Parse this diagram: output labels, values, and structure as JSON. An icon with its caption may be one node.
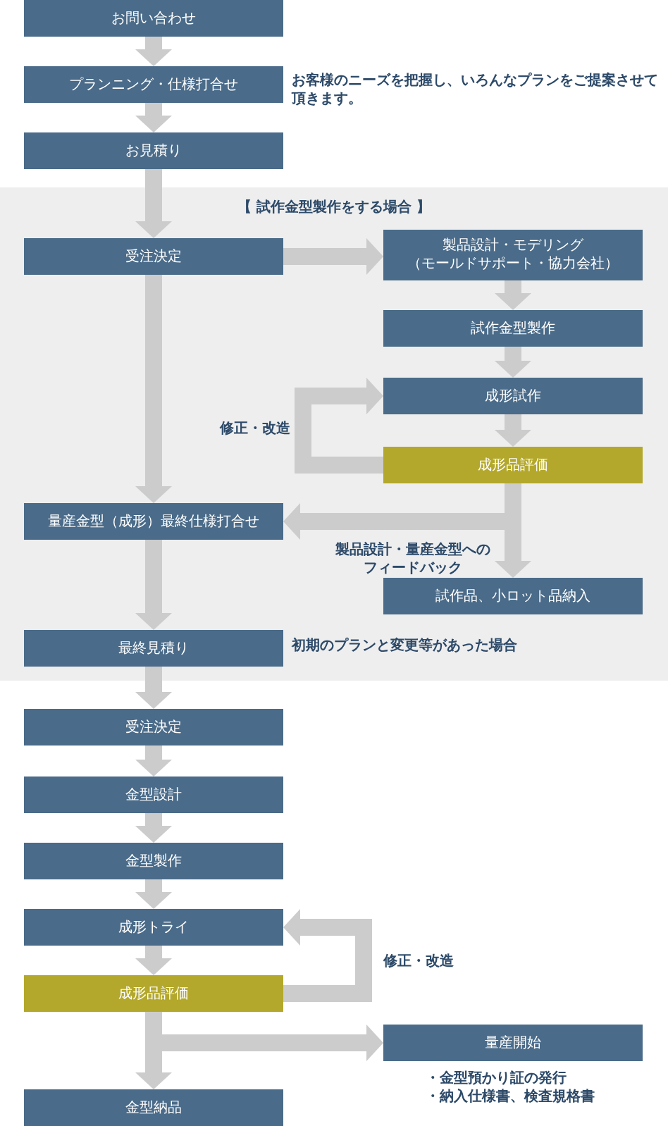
{
  "diagram": {
    "nodes": [
      {
        "text": [
          "お問い合わせ"
        ]
      },
      {
        "text": [
          "プランニング・仕様打合せ"
        ],
        "beside": [
          "お客様のニーズを把握し、いろんなプランをご提案させて頂きます。"
        ]
      },
      {
        "text": [
          "お見積り"
        ]
      },
      {
        "text": [
          "【 試作金型製作をする場合 】"
        ]
      },
      {
        "text": [
          "受注決定"
        ],
        "in": 3
      },
      {
        "text": [
          "製品設計・モデリング",
          "（モールドサポート・協力会社）"
        ],
        "in": 3
      },
      {
        "text": [
          "試作金型製作"
        ],
        "in": 3
      },
      {
        "text": [
          "成形試作"
        ],
        "in": 3
      },
      {
        "text": [
          "成形品評価"
        ],
        "in": 3
      },
      {
        "text": [
          "量産金型（成形）最終仕様打合せ"
        ],
        "in": 3
      },
      {
        "text": [
          "試作品、小ロット品納入"
        ],
        "in": 3
      },
      {
        "text": [
          "最終見積り"
        ],
        "in": 3,
        "beside": [
          "初期のプランと変更等があった場合"
        ]
      },
      {
        "text": [
          "受注決定"
        ]
      },
      {
        "text": [
          "金型設計"
        ]
      },
      {
        "text": [
          "金型製作"
        ]
      },
      {
        "text": [
          "成形トライ"
        ]
      },
      {
        "text": [
          "成形品評価"
        ]
      },
      {
        "text": [
          "量産開始"
        ],
        "beside": [
          "・金型預かり証の発行",
          "・納入仕様書、検査規格書"
        ]
      },
      {
        "text": [
          "金型納品"
        ]
      }
    ],
    "edges": [
      {
        "from": 0,
        "to": 1,
        "arrow": "to"
      },
      {
        "from": 1,
        "to": 2,
        "arrow": "to"
      },
      {
        "from": 2,
        "to": 4,
        "arrow": "to"
      },
      {
        "from": 4,
        "to": 5,
        "arrow": "to"
      },
      {
        "from": 5,
        "to": 6,
        "arrow": "to"
      },
      {
        "from": 6,
        "to": 7,
        "arrow": "to"
      },
      {
        "from": 7,
        "to": 8,
        "arrow": "to"
      },
      {
        "from": 8,
        "to": 7,
        "arrow": "to",
        "label": "修正・改造"
      },
      {
        "from": 4,
        "to": 9,
        "arrow": "to"
      },
      {
        "from": 8,
        "to": 9,
        "arrow": "to",
        "label": "製品設計・量産金型へのフィードバック"
      },
      {
        "from": 8,
        "to": 10,
        "arrow": "to"
      },
      {
        "from": 9,
        "to": 11,
        "arrow": "to"
      },
      {
        "from": 11,
        "to": 12,
        "arrow": "to"
      },
      {
        "from": 12,
        "to": 13,
        "arrow": "to"
      },
      {
        "from": 13,
        "to": 14,
        "arrow": "to"
      },
      {
        "from": 14,
        "to": 15,
        "arrow": "to"
      },
      {
        "from": 15,
        "to": 16,
        "arrow": "to"
      },
      {
        "from": 16,
        "to": 15,
        "arrow": "to",
        "label": "修正・改造"
      },
      {
        "from": 16,
        "to": 17,
        "arrow": "to"
      },
      {
        "from": 16,
        "to": 18,
        "arrow": "to"
      }
    ]
  }
}
